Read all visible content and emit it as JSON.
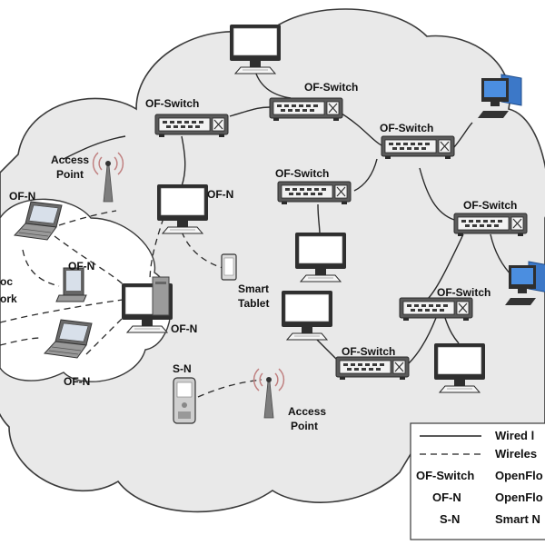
{
  "labels": {
    "of_switch_1": "OF-Switch",
    "of_switch_2": "OF-Switch",
    "of_switch_3": "OF-Switch",
    "of_switch_4": "OF-Switch",
    "of_switch_5": "OF-Switch",
    "of_switch_6": "OF-Switch",
    "of_switch_7": "OF-Switch",
    "access_point_top_1": "Access",
    "access_point_top_2": "Point",
    "access_point_bottom_1": "Access",
    "access_point_bottom_2": "Point",
    "ofn_top_left": "OF-N",
    "ofn_mid_left": "OF-N",
    "ofn_bottom_left": "OF-N",
    "ofn_pc_bottom": "OF-N",
    "ofn_pc_center": "OF-N",
    "adhoc_1": "oc",
    "adhoc_2": "ork",
    "smart_tablet_1": "Smart",
    "smart_tablet_2": "Tablet",
    "sn_label": "S-N"
  },
  "legend": {
    "rows": [
      {
        "key": "",
        "value": "Wired l"
      },
      {
        "key": "",
        "value": "Wireles"
      },
      {
        "key": "OF-Switch",
        "value": "OpenFlo"
      },
      {
        "key": "OF-N",
        "value": "OpenFlo"
      },
      {
        "key": "S-N",
        "value": "Smart N"
      }
    ]
  }
}
